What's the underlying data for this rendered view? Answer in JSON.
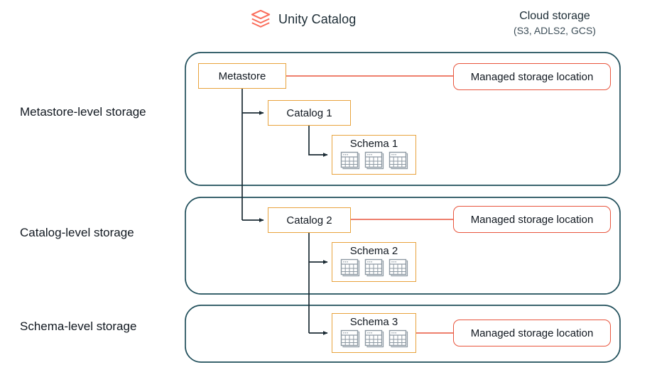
{
  "headers": {
    "unity_catalog": {
      "title": "Unity Catalog",
      "logo_icon": "unity-catalog-layers-icon"
    },
    "cloud_storage": {
      "title": "Cloud storage",
      "subtitle": "(S3, ADLS2, GCS)"
    }
  },
  "sections": [
    {
      "label": "Metastore-level storage"
    },
    {
      "label": "Catalog-level storage"
    },
    {
      "label": "Schema-level storage"
    }
  ],
  "entities": {
    "metastore": "Metastore",
    "catalog1": "Catalog 1",
    "catalog2": "Catalog 2",
    "schema1": "Schema 1",
    "schema2": "Schema 2",
    "schema3": "Schema 3"
  },
  "storage": {
    "managed_1": "Managed storage location",
    "managed_2": "Managed storage location",
    "managed_3": "Managed storage location"
  },
  "tables_per_schema": 3,
  "colors": {
    "entity_border": "#E8A33D",
    "container_border": "#1F4E5A",
    "storage_border": "#E8553D",
    "connector_red": "#E8553D",
    "connector_navy": "#1b2b34",
    "logo_red": "#FA6D5B",
    "text": "#111820",
    "table_icon": "#8d99a3",
    "background": "#ffffff"
  }
}
